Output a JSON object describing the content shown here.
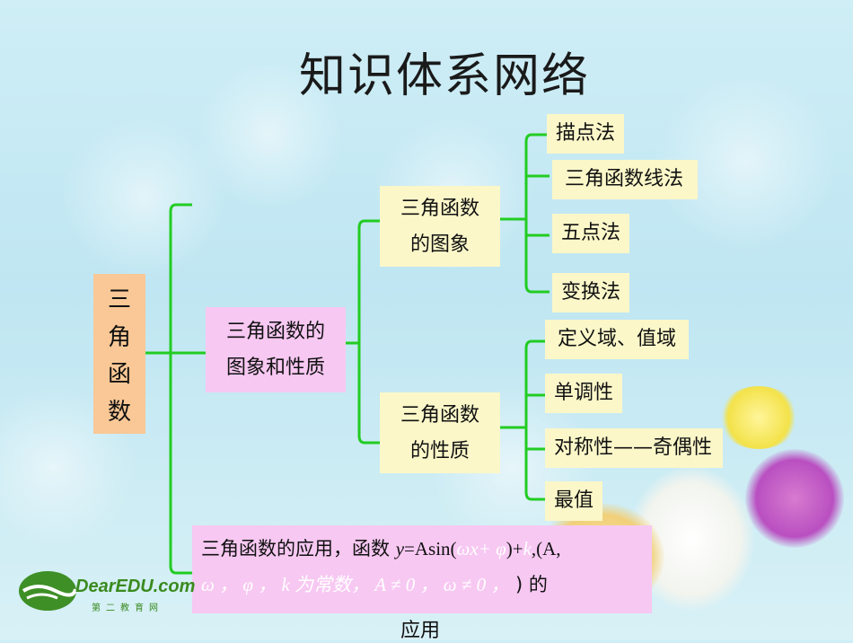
{
  "title": "知识体系网络",
  "root": [
    "三",
    "角",
    "函",
    "数"
  ],
  "level1": {
    "line1": "三角函数的",
    "line2": "图象和性质"
  },
  "graph_node": {
    "line1": "三角函数",
    "line2": "的图象"
  },
  "property_node": {
    "line1": "三角函数",
    "line2": "的性质"
  },
  "graph_methods": [
    "描点法",
    "三角函数线法",
    "五点法",
    "变换法"
  ],
  "properties": [
    "定义域、值域",
    "单调性",
    "对称性——奇偶性",
    "最值"
  ],
  "application": {
    "text1": "三角函数的应用，函数 ",
    "formula_a": "y",
    "formula_b": "=Asin(",
    "formula_faint": "ωx+ φ",
    "formula_c": ")+",
    "formula_k": "k",
    "formula_d": ",(A,",
    "line2_faint": "ω ，  φ ，  k 为常数，  A ≠ 0 ，  ω ≠ 0 ，",
    "line2_end": " ) 的",
    "below": "应用"
  },
  "logo": {
    "name": "DearEDU.com",
    "sub": "第二教育网"
  },
  "colors": {
    "connector": "#22cc22",
    "root_bg": "#f9c896",
    "pink_bg": "#f7c8f2",
    "leaf_bg": "#fbf7c9"
  }
}
